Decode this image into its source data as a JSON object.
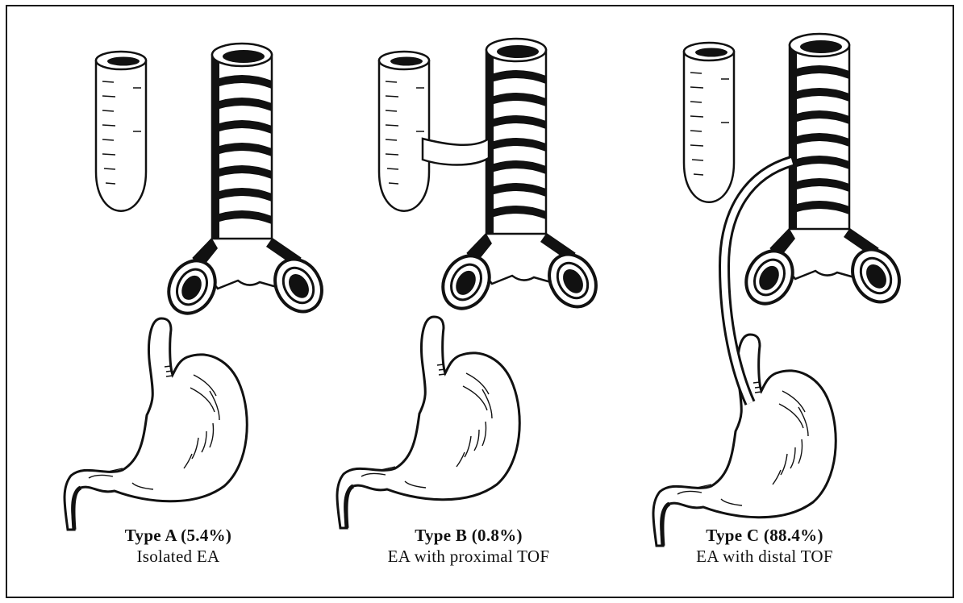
{
  "panels": [
    {
      "id": "type-a",
      "label": "Type A (5.4%)",
      "description": "Isolated EA"
    },
    {
      "id": "type-b",
      "label": "Type B (0.8%)",
      "description": "EA with proximal TOF"
    },
    {
      "id": "type-c",
      "label": "Type C (88.4%)",
      "description": "EA with distal TOF"
    }
  ],
  "colors": {
    "ink": "#111111",
    "paper": "#ffffff"
  }
}
